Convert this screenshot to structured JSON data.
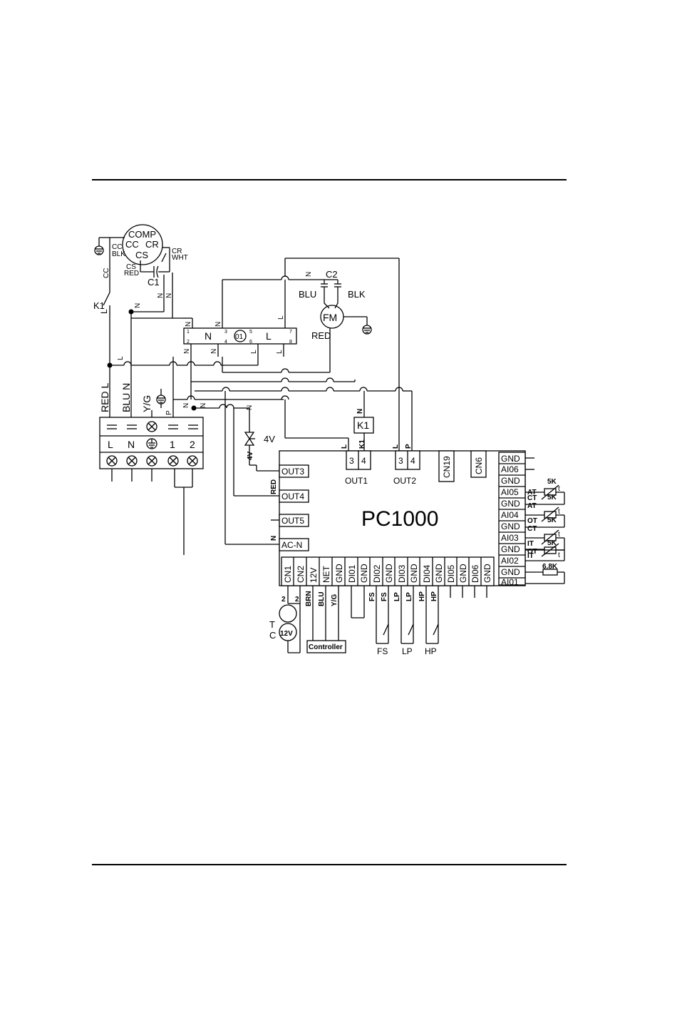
{
  "compressor": {
    "label": "COMP",
    "cc": "CC",
    "cr": "CR",
    "cs": "CS",
    "cc_wire": "CC\nBLK",
    "cc_wire_1": "CC",
    "cc_wire_2": "BLK",
    "cr_wire_1": "CR",
    "cr_wire_2": "WHT",
    "cs_wire_1": "CS",
    "cs_wire_2": "RED",
    "capacitor": "C1",
    "cc_side": "CC"
  },
  "relay_k1": {
    "label": "K1",
    "l": "L"
  },
  "fan": {
    "label": "FM",
    "capacitor": "C2",
    "blu": "BLU",
    "blk": "BLK",
    "red": "RED",
    "n": "N"
  },
  "timer": {
    "n": "N",
    "l": "L",
    "center": "01",
    "pins": [
      "1",
      "2",
      "3",
      "4",
      "5",
      "6",
      "7",
      "8"
    ]
  },
  "wire_labels": {
    "n": "N",
    "l": "L",
    "p": "P",
    "k1": "K1",
    "fourv": "4V",
    "red": "RED"
  },
  "supply": {
    "red_l": "RED L",
    "blu_n": "BLU N",
    "yg": "Y/G"
  },
  "terminal": {
    "labels": [
      "L",
      "N",
      "",
      "1",
      "2"
    ]
  },
  "valve": {
    "label": "4V",
    "n": "N"
  },
  "k1_box": "K1",
  "board": {
    "title": "PC1000",
    "left_ports": [
      "OUT3",
      "OUT4",
      "OUT5",
      "AC-N"
    ],
    "left_wires": [
      "4V",
      "RED",
      "",
      "N"
    ],
    "out1": {
      "label": "OUT1",
      "pins": [
        "3",
        "4"
      ]
    },
    "out2": {
      "label": "OUT2",
      "pins": [
        "3",
        "4"
      ]
    },
    "cn19": "CN19",
    "cn6": "CN6",
    "right_ports": [
      "GND",
      "AI06",
      "GND",
      "AI05",
      "GND",
      "AI04",
      "GND",
      "AI03",
      "GND",
      "AI02",
      "GND",
      "AI01"
    ],
    "bottom_ports": [
      "CN1",
      "CN2",
      "12V",
      "NET",
      "GND",
      "DI01",
      "GND",
      "DI02",
      "GND",
      "DI03",
      "GND",
      "DI04",
      "GND",
      "DI05",
      "GND",
      "DI06",
      "GND"
    ]
  },
  "sensors": [
    {
      "tag": "AT",
      "value": "5K"
    },
    {
      "tag": "CT",
      "value": "5K"
    },
    {
      "tag": "OT",
      "value": "5K"
    },
    {
      "tag": "IT",
      "value": "5K"
    }
  ],
  "resistor": "6.8K",
  "thermistor_t": "t",
  "transformer": {
    "t": "T",
    "c": "C",
    "v": "12V",
    "a": "2",
    "b": "2"
  },
  "controller": {
    "label": "Controller",
    "wires": [
      "BRN",
      "BLU",
      "Y/G"
    ]
  },
  "switches": [
    {
      "label": "FS",
      "wire": "FS"
    },
    {
      "label": "LP",
      "wire": "LP"
    },
    {
      "label": "HP",
      "wire": "HP"
    }
  ]
}
